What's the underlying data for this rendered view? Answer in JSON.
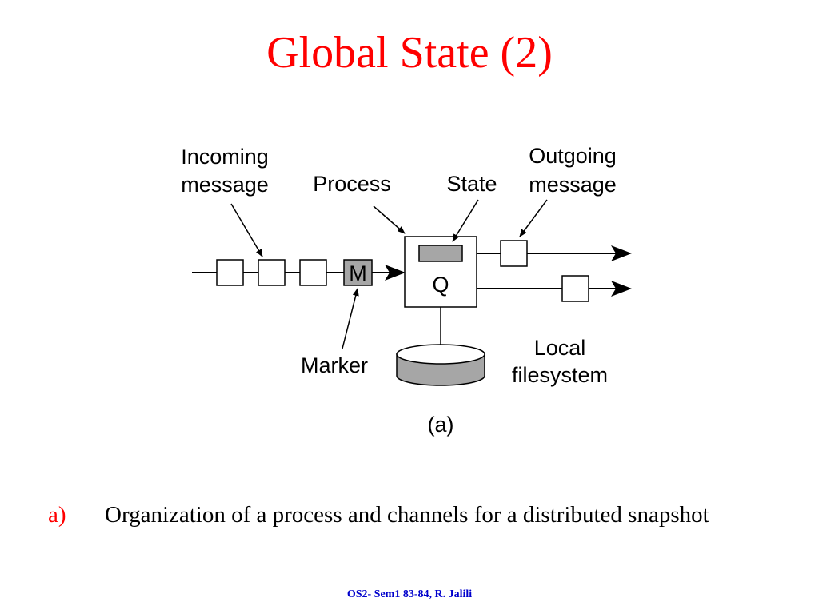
{
  "slide": {
    "title": "Global State (2)",
    "bullet": {
      "marker": "a)",
      "text": "Organization of a process and channels for a distributed snapshot"
    },
    "footer": "OS2- Sem1 83-84, R. Jalili"
  },
  "diagram": {
    "labels": {
      "incoming_line1": "Incoming",
      "incoming_line2": "message",
      "process": "Process",
      "state": "State",
      "outgoing_line1": "Outgoing",
      "outgoing_line2": "message",
      "marker_box": "M",
      "process_box": "Q",
      "marker": "Marker",
      "local_line1": "Local",
      "local_line2": "filesystem",
      "caption": "(a)"
    },
    "colors": {
      "title": "#ff0000",
      "bullet_marker": "#ff0000",
      "footer": "#0000cc",
      "marker_fill": "#a6a6a6",
      "state_fill": "#a6a6a6",
      "disk_fill": "#a6a6a6"
    }
  }
}
